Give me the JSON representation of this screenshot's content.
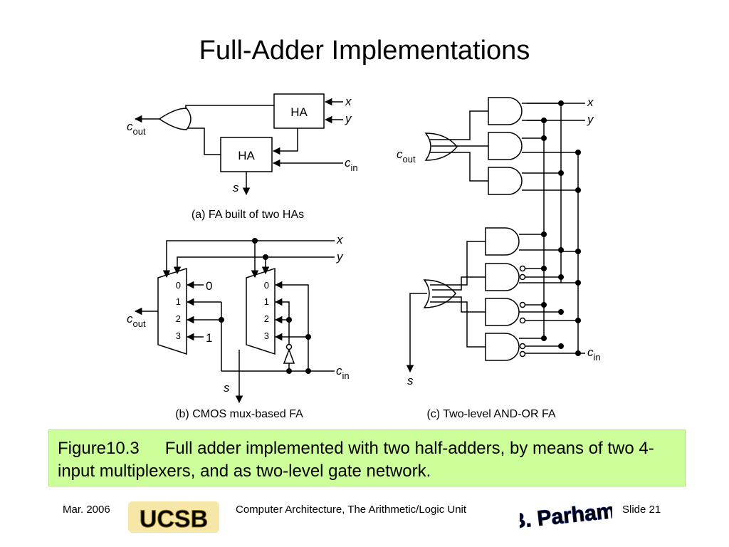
{
  "slide": {
    "title": "Full-Adder Implementations",
    "caption_figure": "Figure10.3",
    "caption_text": "Full adder implemented with two half-adders, by means of two 4-input multiplexers, and as two-level gate network.",
    "footer_date": "Mar. 2006",
    "footer_course": "Computer Architecture, The Arithmetic/Logic Unit",
    "footer_slide": "Slide 21",
    "logo_ucsb_text": "UCSB",
    "logo_parhami_text": "B. Parhami"
  },
  "diagram_a": {
    "caption": "(a) FA built of two HAs",
    "ha_label": "HA",
    "x": "x",
    "y": "y",
    "c": "c",
    "in": "in",
    "out": "out",
    "s": "s"
  },
  "diagram_b": {
    "caption": "(b) CMOS mux-based FA",
    "x": "x",
    "y": "y",
    "c": "c",
    "in": "in",
    "out": "out",
    "s": "s",
    "mux_inputs": [
      "0",
      "1",
      "2",
      "3"
    ],
    "const0": "0",
    "const1": "1"
  },
  "diagram_c": {
    "caption": "(c) Two-level AND-OR FA",
    "x": "x",
    "y": "y",
    "c": "c",
    "in": "in",
    "out": "out",
    "s": "s"
  },
  "colors": {
    "caption_bg": "#ccff99",
    "ucsb_gold": "#c9a227",
    "parhami_blue": "#1f3fbf"
  }
}
